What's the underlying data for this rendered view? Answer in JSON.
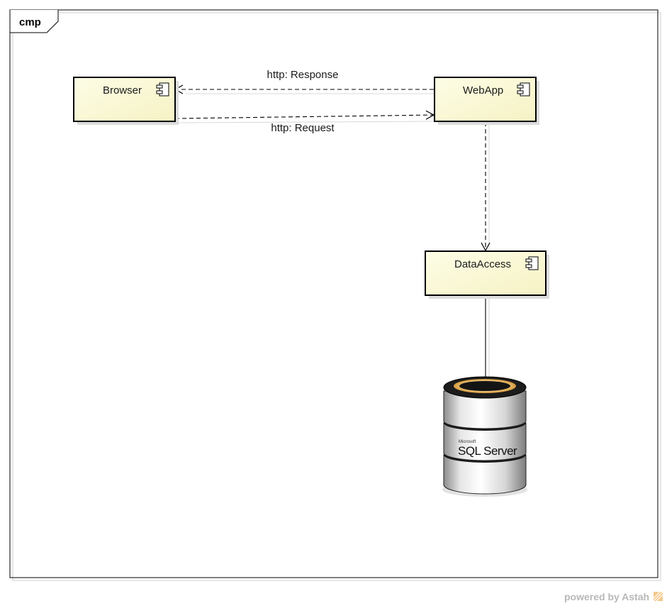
{
  "frame": {
    "label": "cmp"
  },
  "components": [
    {
      "id": "browser",
      "name": "Browser"
    },
    {
      "id": "webapp",
      "name": "WebApp"
    },
    {
      "id": "dataaccess",
      "name": "DataAccess"
    }
  ],
  "connectors": [
    {
      "id": "response",
      "from": "webapp",
      "to": "browser",
      "label": "http: Response",
      "style": "dashed-open-arrow"
    },
    {
      "id": "request",
      "from": "browser",
      "to": "webapp",
      "label": "http: Request",
      "style": "dashed-open-arrow"
    },
    {
      "id": "dependency",
      "from": "webapp",
      "to": "dataaccess",
      "label": "",
      "style": "dashed-open-arrow"
    },
    {
      "id": "db-link",
      "from": "dataaccess",
      "to": "database",
      "label": "",
      "style": "solid"
    }
  ],
  "database": {
    "logo_small": "Microsoft",
    "logo_main": "SQL Server"
  },
  "watermark": {
    "text": "powered by Astah"
  },
  "colors": {
    "component_fill_top": "#fdfde6",
    "component_fill_bottom": "#f6f2c6",
    "stroke": "#000000"
  }
}
